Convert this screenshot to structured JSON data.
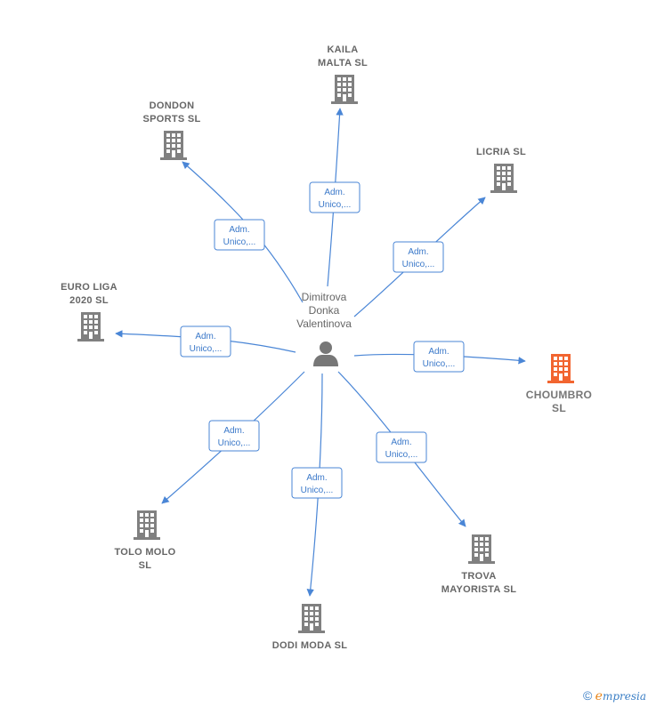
{
  "person": {
    "lines": [
      "Dimitrova",
      "Donka",
      "Valentinova"
    ],
    "icon": "person-icon"
  },
  "edge_label": {
    "line1": "Adm.",
    "line2": "Unico,..."
  },
  "colors": {
    "edge": "#4a86d6",
    "building": "#808080",
    "highlight": "#f26530"
  },
  "companies": [
    {
      "id": "kaila",
      "lines": [
        "KAILA",
        "MALTA  SL"
      ],
      "highlight": false
    },
    {
      "id": "dondon",
      "lines": [
        "DONDON",
        "SPORTS  SL"
      ],
      "highlight": false
    },
    {
      "id": "licria",
      "lines": [
        "LICRIA  SL"
      ],
      "highlight": false
    },
    {
      "id": "euroliga",
      "lines": [
        "EURO LIGA",
        "2020  SL"
      ],
      "highlight": false
    },
    {
      "id": "choumbro",
      "lines": [
        "CHOUMBRO",
        "SL"
      ],
      "highlight": true
    },
    {
      "id": "tolomolo",
      "lines": [
        "TOLO MOLO",
        "SL"
      ],
      "highlight": false
    },
    {
      "id": "trova",
      "lines": [
        "TROVA",
        "MAYORISTA  SL"
      ],
      "highlight": false
    },
    {
      "id": "dodimoda",
      "lines": [
        "DODI MODA  SL"
      ],
      "highlight": false
    }
  ],
  "footer": {
    "copyright": "©",
    "brand_initial": "e",
    "brand_rest": "mpresia"
  }
}
